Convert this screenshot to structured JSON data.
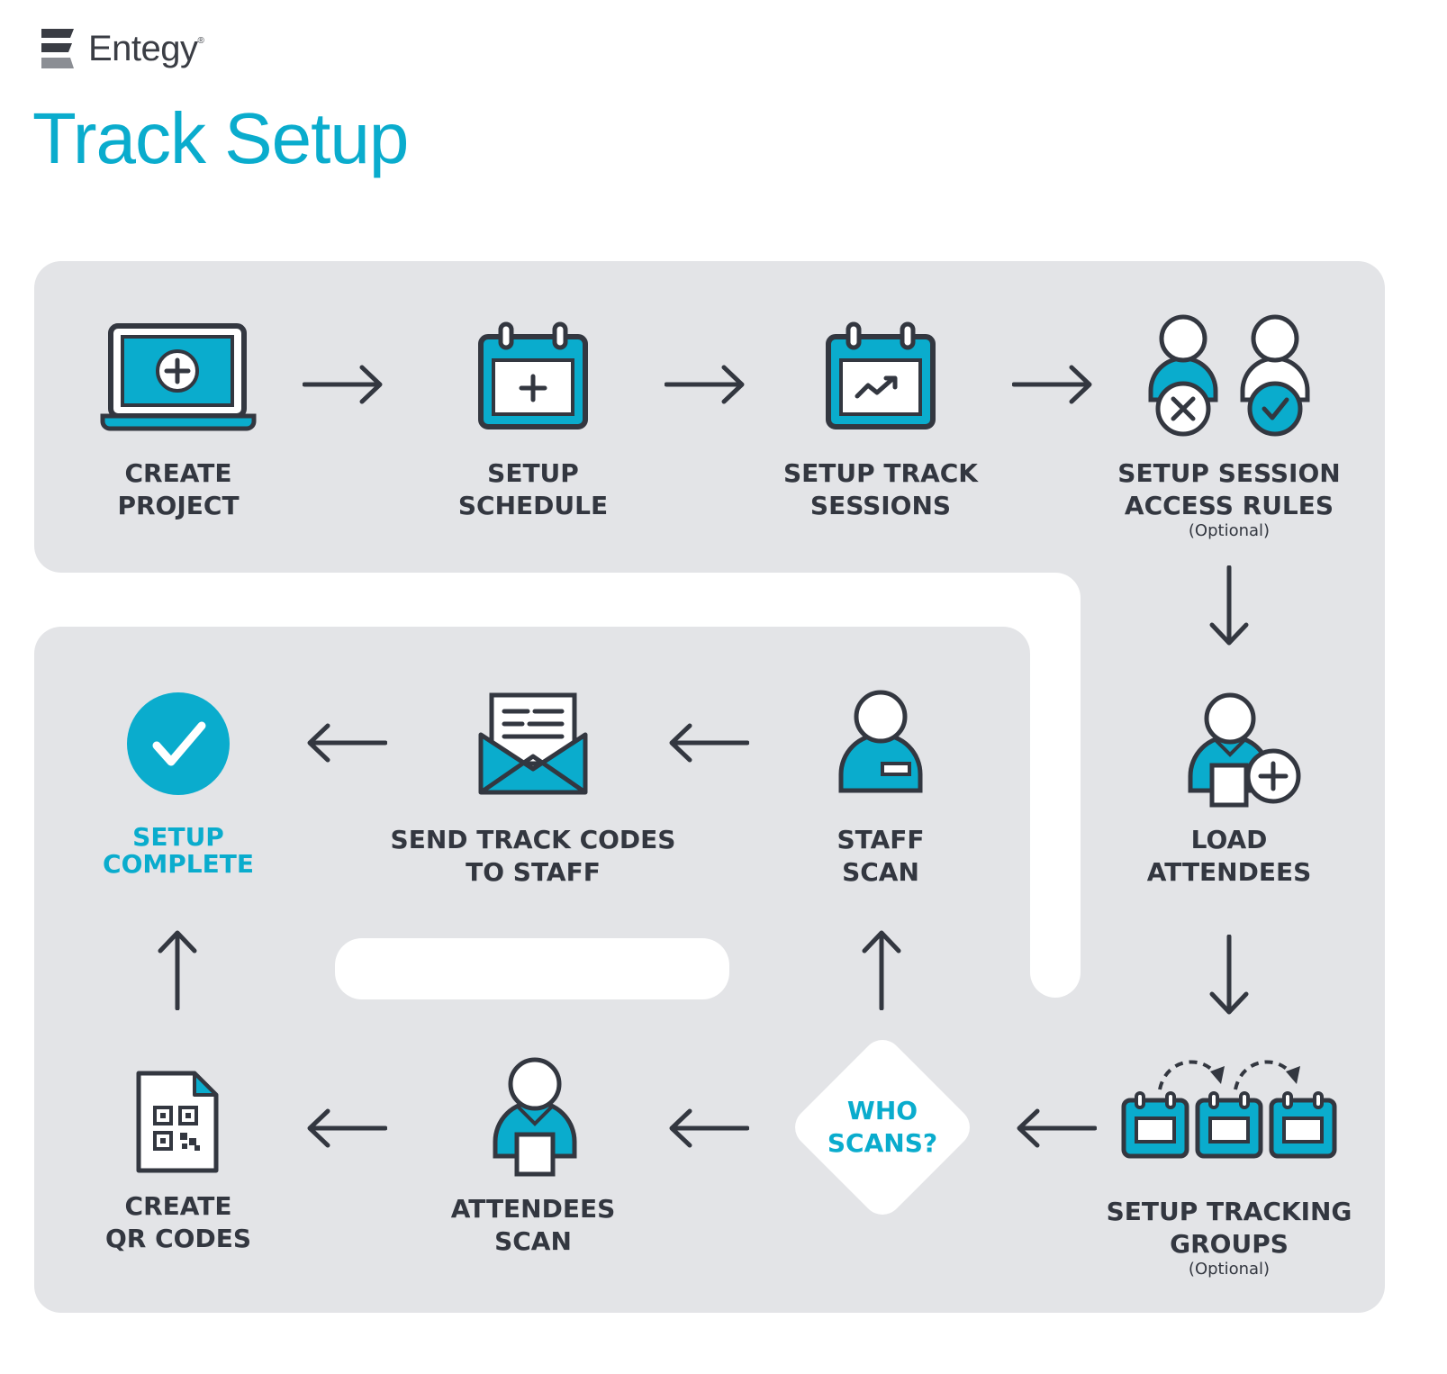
{
  "brand": {
    "name": "Entegy",
    "trademark": "®"
  },
  "title": "Track Setup",
  "steps": {
    "create_project": {
      "line1": "CREATE",
      "line2": "PROJECT"
    },
    "setup_schedule": {
      "line1": "SETUP",
      "line2": "SCHEDULE"
    },
    "setup_track_sessions": {
      "line1": "SETUP TRACK",
      "line2": "SESSIONS"
    },
    "setup_session_access_rules": {
      "line1": "SETUP SESSION",
      "line2": "ACCESS RULES",
      "note": "(Optional)"
    },
    "load_attendees": {
      "line1": "LOAD",
      "line2": "ATTENDEES"
    },
    "setup_tracking_groups": {
      "line1": "SETUP TRACKING",
      "line2": "GROUPS",
      "note": "(Optional)"
    },
    "who_scans": {
      "line1": "WHO",
      "line2": "SCANS?"
    },
    "staff_scan": {
      "line1": "STAFF",
      "line2": "SCAN"
    },
    "send_track_codes": {
      "line1": "SEND TRACK CODES",
      "line2": "TO STAFF"
    },
    "setup_complete": {
      "line1": "SETUP",
      "line2": "COMPLETE"
    },
    "attendees_scan": {
      "line1": "ATTENDEES",
      "line2": "SCAN"
    },
    "create_qr_codes": {
      "line1": "CREATE",
      "line2": "QR CODES"
    }
  },
  "colors": {
    "accent": "#0aaccd",
    "dark": "#333740",
    "panel": "#e3e4e7"
  }
}
